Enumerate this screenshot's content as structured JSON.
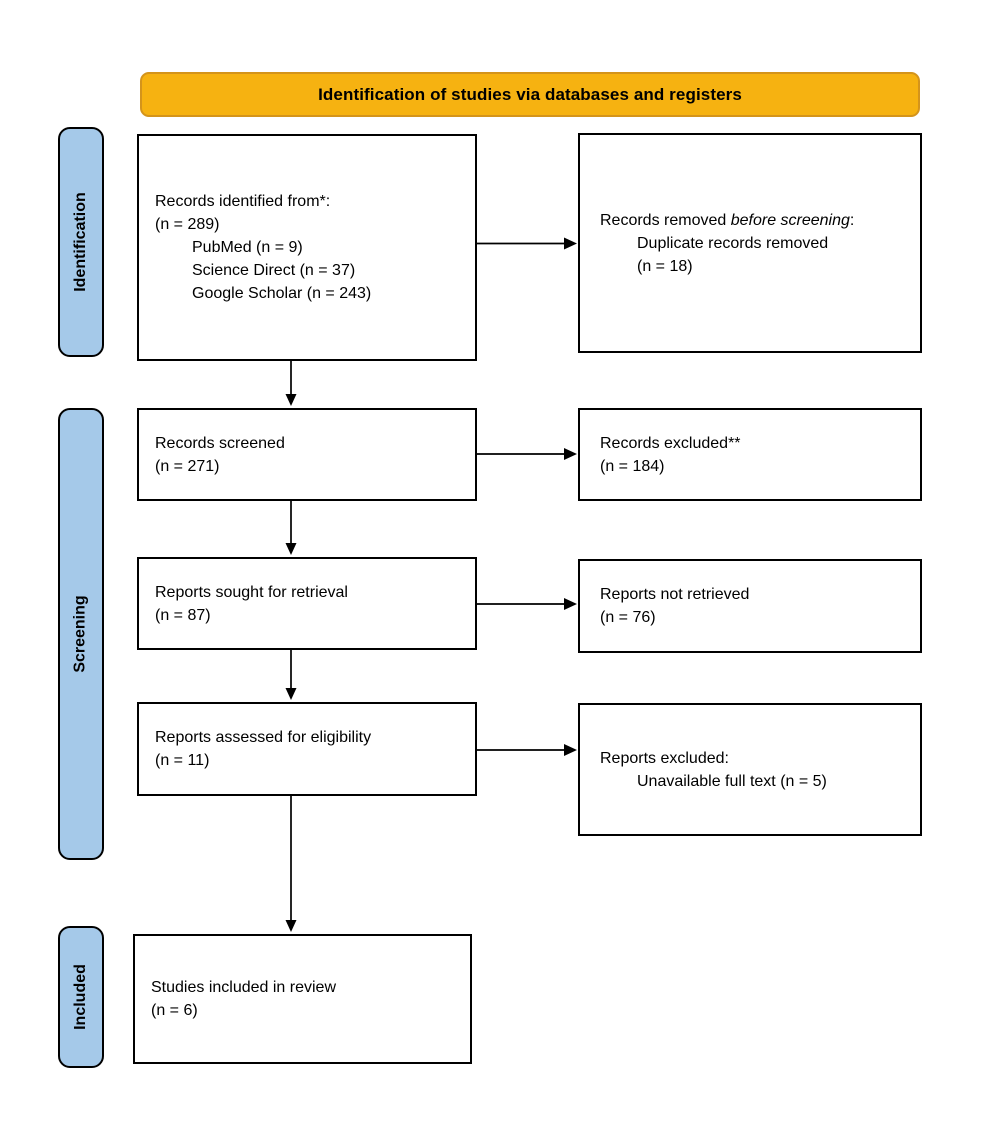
{
  "banner": {
    "title": "Identification of studies via databases and registers"
  },
  "stages": [
    {
      "label": "Identification"
    },
    {
      "label": "Screening"
    },
    {
      "label": "Included"
    }
  ],
  "boxes": {
    "identified": {
      "line1": "Records identified from*:",
      "line2": "(n = 289)",
      "sub1": "PubMed (n = 9)",
      "sub2": "Science Direct (n = 37)",
      "sub3": "Google Scholar (n = 243)"
    },
    "removed": {
      "line1_pre": "Records removed ",
      "line1_italic": "before screening",
      "line1_post": ":",
      "sub1": "Duplicate records removed",
      "sub2": "(n = 18)"
    },
    "screened": {
      "line1": "Records screened",
      "line2": "(n = 271)"
    },
    "excluded": {
      "line1": "Records excluded**",
      "line2": "(n = 184)"
    },
    "sought": {
      "line1": "Reports sought for retrieval",
      "line2": "(n = 87)"
    },
    "not_retrieved": {
      "line1": "Reports not retrieved",
      "line2": "(n = 76)"
    },
    "assessed": {
      "line1": "Reports assessed for eligibility",
      "line2": "(n = 11)"
    },
    "reports_excluded": {
      "line1": "Reports excluded:",
      "sub1": "Unavailable full text (n = 5)"
    },
    "included": {
      "line1": "Studies included in review",
      "line2": "(n = 6)"
    }
  },
  "colors": {
    "banner_fill": "#F6B211",
    "banner_border": "#D4941B",
    "stage_fill": "#A5C9E9",
    "stage_border": "#000000",
    "box_fill": "#FFFFFF",
    "box_border": "#000000",
    "arrow": "#000000",
    "text": "#000000"
  }
}
